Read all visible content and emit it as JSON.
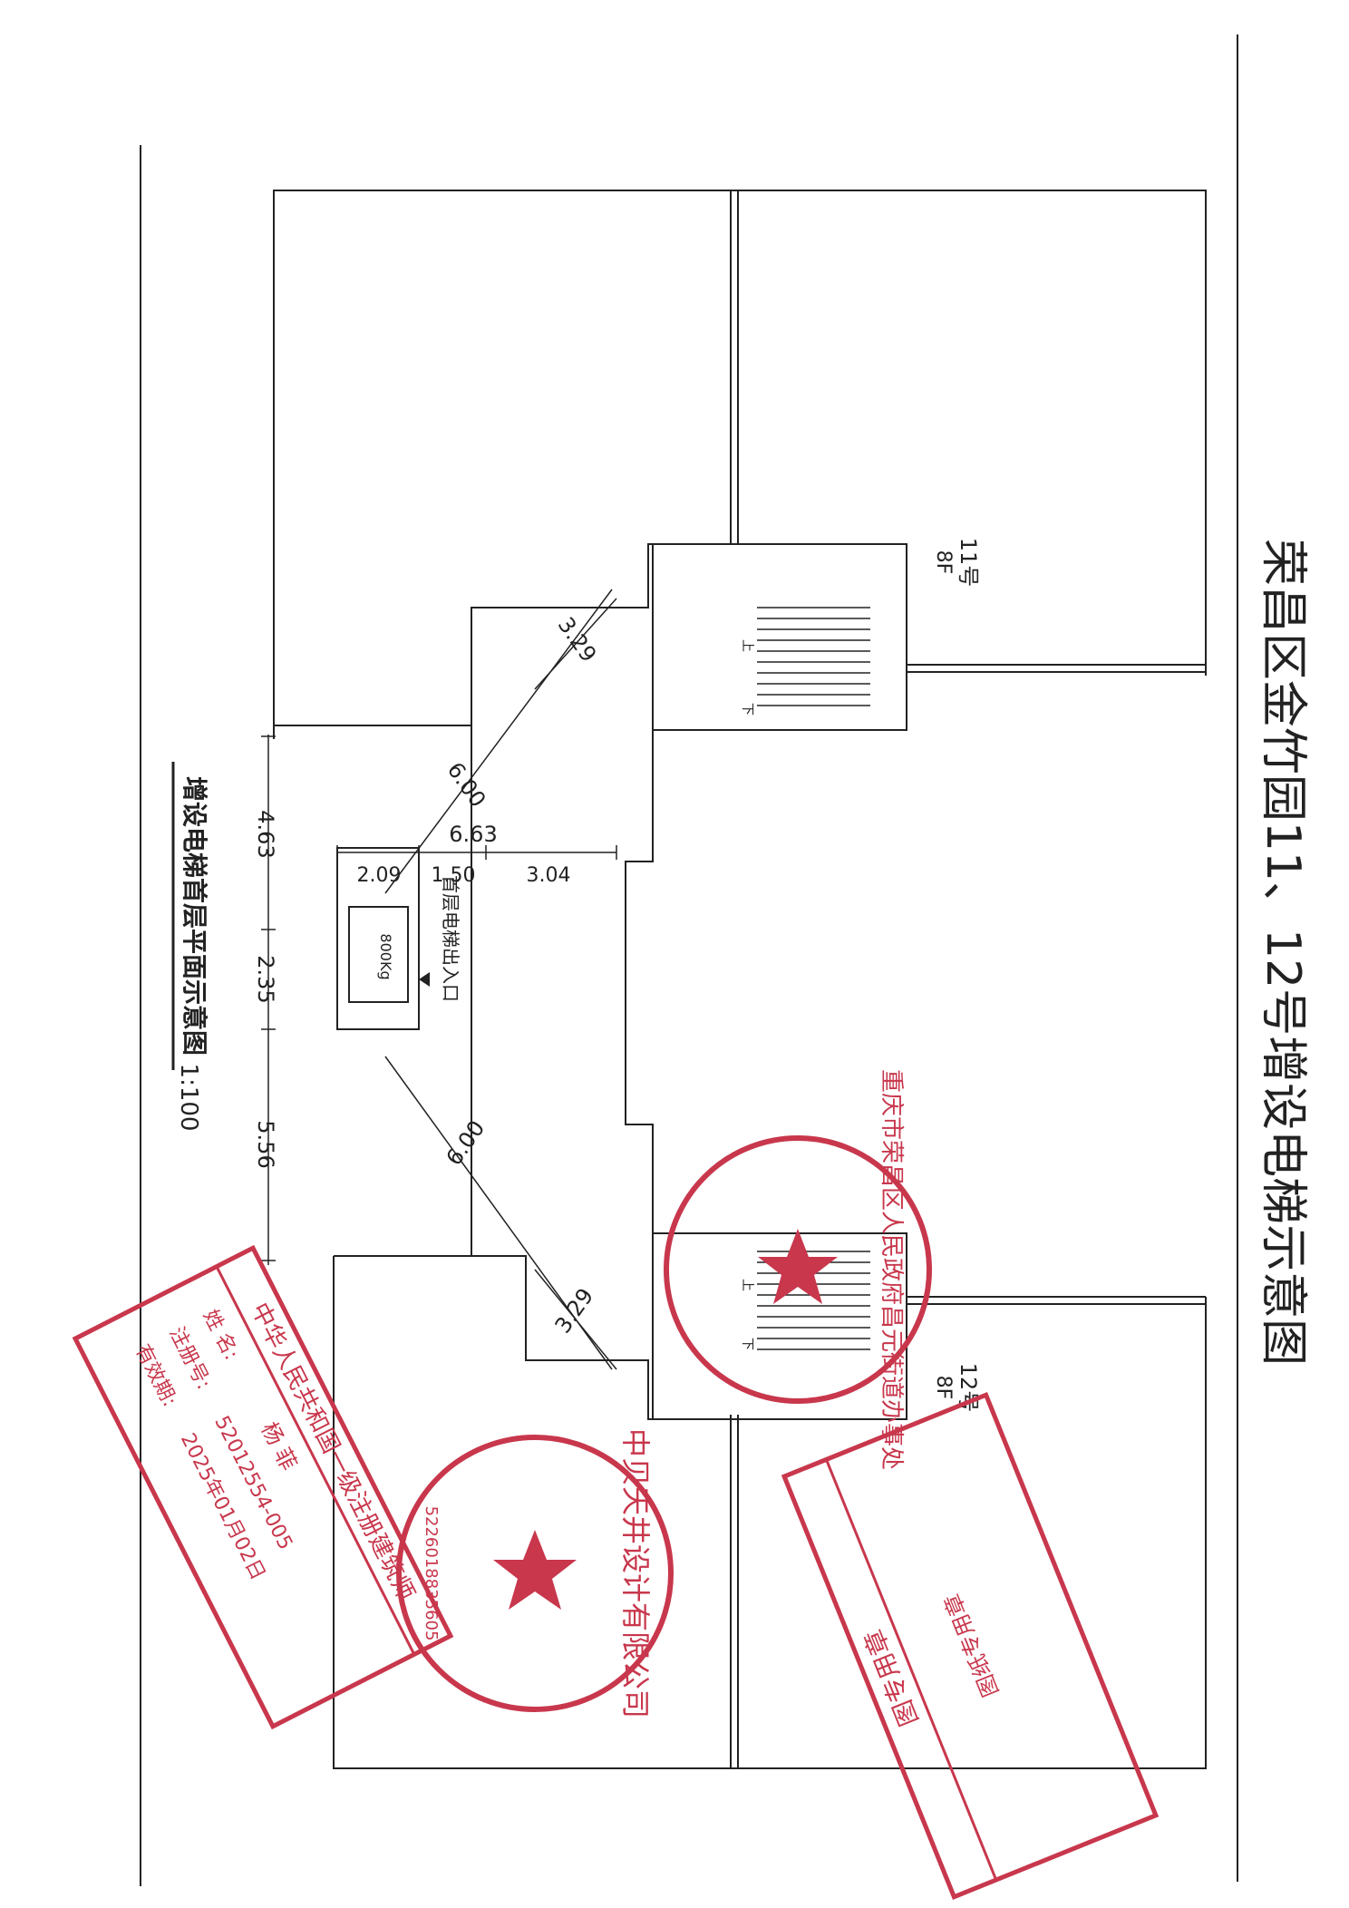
{
  "drawing": {
    "title": "荣昌区金竹园11、12号增设电梯示意图",
    "subtitle": "增设电梯首层平面示意图",
    "scale": "1:100"
  },
  "buildings": [
    {
      "number": "11号",
      "floors": "8F"
    },
    {
      "number": "12号",
      "floors": "8F"
    }
  ],
  "elevator": {
    "exit_label": "首层电梯出入口",
    "capacity": "800Kg"
  },
  "stair_marks": {
    "up": "上",
    "down": "下"
  },
  "dimensions": {
    "left_chain": [
      "4.63",
      "2.35",
      "5.56"
    ],
    "width_total": "6.63",
    "width_parts": [
      "2.09",
      "1.50",
      "3.04"
    ],
    "corridor_upper": "6.00",
    "corridor_lower": "6.00",
    "link_upper": "3.29",
    "link_lower": "3.29"
  },
  "stamps": {
    "architect": {
      "header": "中华人民共和国一级注册建筑师",
      "name_label": "姓 名:",
      "name": "杨 菲",
      "reg_label": "注册号:",
      "reg_number": "52012554-005",
      "valid_label": "有效期:",
      "valid_date": "2025年01月02日"
    },
    "company": {
      "name": "中贝天井设计有限公司",
      "code": "5226018835605"
    },
    "government": {
      "name": "重庆市荣昌区人民政府昌元街道办事处"
    },
    "drawing_seal": {
      "title": "图专用章",
      "text": "图纸专用章"
    }
  }
}
